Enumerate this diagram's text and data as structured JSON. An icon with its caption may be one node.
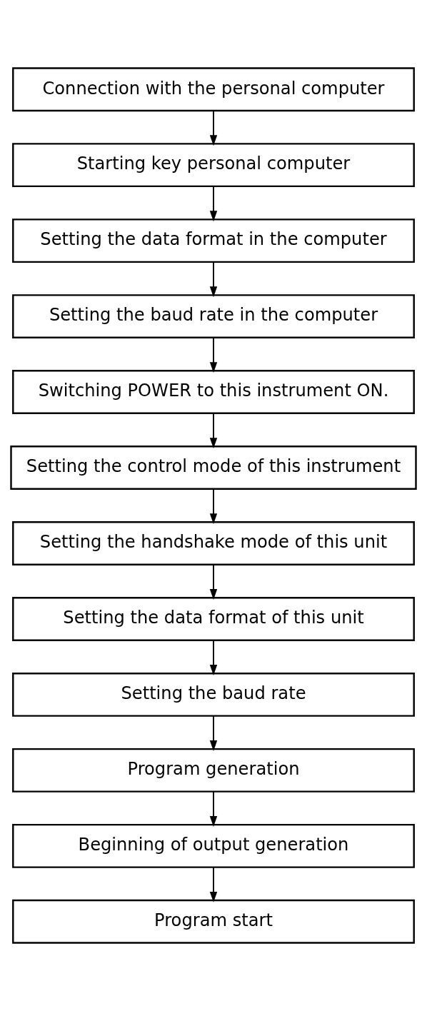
{
  "diagram": {
    "nodes": [
      {
        "text": [
          "Connection with the personal computer"
        ]
      },
      {
        "text": [
          "Starting key personal computer"
        ]
      },
      {
        "text": [
          "Setting the data format in the computer"
        ]
      },
      {
        "text": [
          "Setting the baud rate in the computer"
        ]
      },
      {
        "text": [
          "Switching POWER to this instrument ON."
        ]
      },
      {
        "text": [
          "Setting the control mode of this instrument"
        ]
      },
      {
        "text": [
          "Setting the handshake mode of this unit"
        ]
      },
      {
        "text": [
          "Setting the data format of this unit"
        ]
      },
      {
        "text": [
          "Setting the baud rate"
        ]
      },
      {
        "text": [
          "Program generation"
        ]
      },
      {
        "text": [
          "Beginning of output generation"
        ]
      },
      {
        "text": [
          "Program start"
        ]
      }
    ],
    "edges": [
      {
        "from": 0,
        "to": 1,
        "arrow": "to"
      },
      {
        "from": 1,
        "to": 2,
        "arrow": "to"
      },
      {
        "from": 2,
        "to": 3,
        "arrow": "to"
      },
      {
        "from": 3,
        "to": 4,
        "arrow": "to"
      },
      {
        "from": 4,
        "to": 5,
        "arrow": "to"
      },
      {
        "from": 5,
        "to": 6,
        "arrow": "to"
      },
      {
        "from": 6,
        "to": 7,
        "arrow": "to"
      },
      {
        "from": 7,
        "to": 8,
        "arrow": "to"
      },
      {
        "from": 8,
        "to": 9,
        "arrow": "to"
      },
      {
        "from": 9,
        "to": 10,
        "arrow": "to"
      },
      {
        "from": 10,
        "to": 11,
        "arrow": "to"
      }
    ]
  }
}
